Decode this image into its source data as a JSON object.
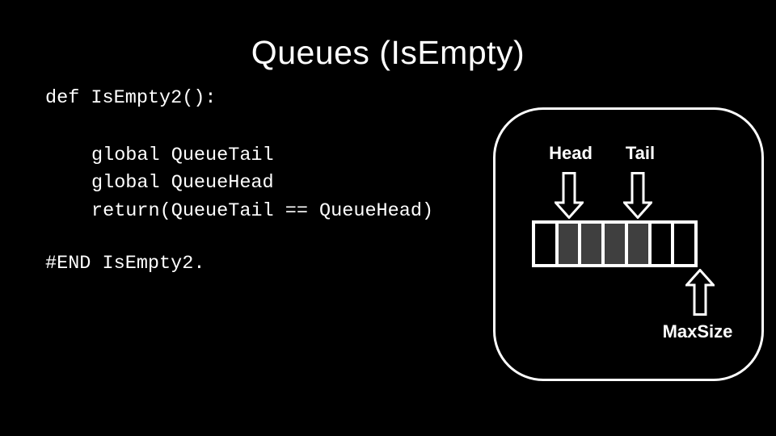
{
  "slide": {
    "title": "Queues (IsEmpty)"
  },
  "code": {
    "lines": [
      "def IsEmpty2():",
      "global QueueTail",
      "global QueueHead",
      "return(QueueTail == QueueHead)",
      "#END IsEmpty2."
    ]
  },
  "diagram": {
    "head_label": "Head",
    "tail_label": "Tail",
    "maxsize_label": "MaxSize",
    "cells_filled": [
      false,
      true,
      true,
      true,
      true,
      false,
      false
    ],
    "head_points_to_cell_index": 1,
    "tail_points_to_cell_index": 4,
    "colors": {
      "background": "#000000",
      "text": "#ffffff",
      "border": "#ffffff",
      "cell_filled": "#3f3f3f",
      "cell_empty": "#000000"
    }
  }
}
